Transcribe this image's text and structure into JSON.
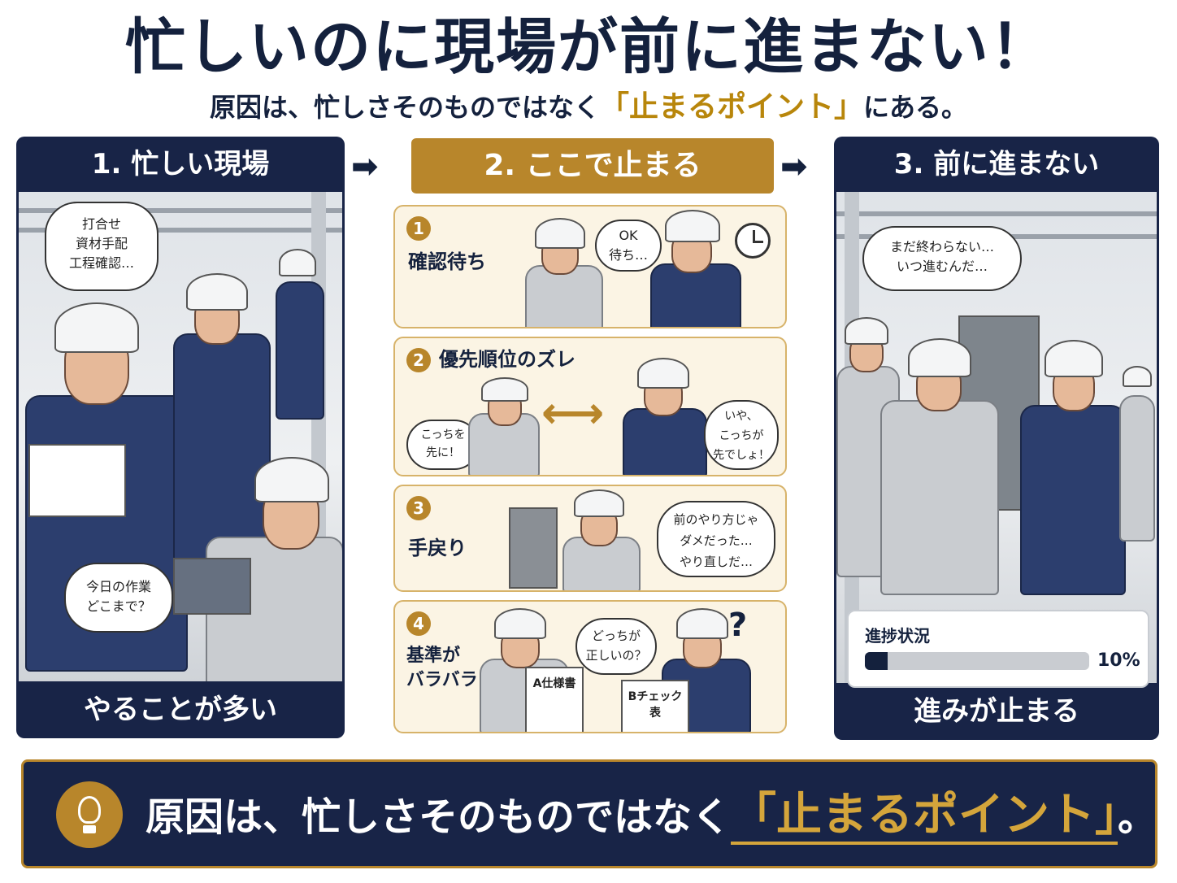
{
  "header": {
    "title": "忙しいのに現場が前に進まない！",
    "subtitle_pre": "原因は、忙しさそのものではなく",
    "subtitle_highlight": "「止まるポイント」",
    "subtitle_post": "にある。"
  },
  "panel1": {
    "title": "1. 忙しい現場",
    "bubble_top": [
      "打合せ",
      "資材手配",
      "工程確認…"
    ],
    "bubble_bottom": [
      "今日の作業",
      "どこまで？"
    ],
    "footer": "やることが多い"
  },
  "panel2": {
    "title": "2. ここで止まる",
    "steps": [
      {
        "num": "1",
        "label": "確認待ち",
        "bubble": [
          "OK",
          "待ち…"
        ]
      },
      {
        "num": "2",
        "label": "優先順位のズレ",
        "bubble_left": [
          "こっちを",
          "先に！"
        ],
        "bubble_right": [
          "いや、",
          "こっちが",
          "先でしょ！"
        ]
      },
      {
        "num": "3",
        "label": "手戻り",
        "bubble": [
          "前のやり方じゃ",
          "ダメだった…",
          "やり直しだ…"
        ]
      },
      {
        "num": "4",
        "label_lines": [
          "基準が",
          "バラバラ"
        ],
        "bubble": [
          "どっちが",
          "正しいの？"
        ],
        "doc_a": "A仕様書",
        "doc_b": "Bチェック表",
        "qmark": "?"
      }
    ]
  },
  "panel3": {
    "title": "3. 前に進まない",
    "bubble": [
      "まだ終わらない…",
      "いつ進むんだ…"
    ],
    "progress_label": "進捗状況",
    "progress_value": 0.1,
    "progress_text": "10%",
    "footer": "進みが止まる"
  },
  "banner": {
    "text_pre": "原因は、忙しさそのものではなく",
    "text_highlight": "「止まるポイント」",
    "text_post": "。"
  },
  "colors": {
    "navy": "#182447",
    "gold": "#b8862b",
    "cream": "#fbf4e4"
  }
}
